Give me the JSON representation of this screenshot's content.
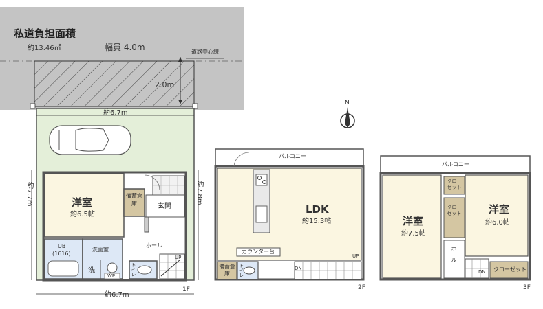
{
  "road": {
    "private_road_title": "私道負担面積",
    "private_road_area": "約13.46㎡",
    "width_label": "幅員 4.0m",
    "center_line_label": "道路中心線",
    "setback_label": "2.0m"
  },
  "dimensions": {
    "lot_width_top": "約6.7m",
    "lot_width_bottom": "約6.7m",
    "depth_left": "約7.7m",
    "depth_right": "約7.8m"
  },
  "compass": {
    "north_label": "N"
  },
  "floor1": {
    "floor_label": "1F",
    "bedroom_name": "洋室",
    "bedroom_area": "約6.5帖",
    "storage_name": "備蓄倉庫",
    "entrance": "玄関",
    "hall": "ホール",
    "ub_name": "UB",
    "ub_size": "(1616)",
    "washroom": "洗面室",
    "laundry": "洗",
    "wp": "WP",
    "toilet": "トイレ",
    "up": "UP"
  },
  "floor2": {
    "floor_label": "2F",
    "balcony": "バルコニー",
    "ldk_name": "LDK",
    "ldk_area": "約15.3帖",
    "counter": "カウンター台",
    "storage_name": "備蓄倉庫",
    "toilet": "トイレ",
    "dn": "DN",
    "up": "UP"
  },
  "floor3": {
    "floor_label": "3F",
    "balcony": "バルコニー",
    "room_left_name": "洋室",
    "room_left_area": "約7.5帖",
    "room_right_name": "洋室",
    "room_right_area": "約6.0帖",
    "closet_top": "クローゼット",
    "closet_mid": "クローゼット",
    "closet_bottom": "クローゼット",
    "hall": "ホール",
    "dn": "DN"
  },
  "colors": {
    "road_gray": "#c4c4c4",
    "garden_green": "#e4efd9",
    "room_cream": "#fbf6e1",
    "wet_blue": "#dde8f6",
    "storage_tan": "#d4c6a2",
    "wall": "#555555"
  }
}
